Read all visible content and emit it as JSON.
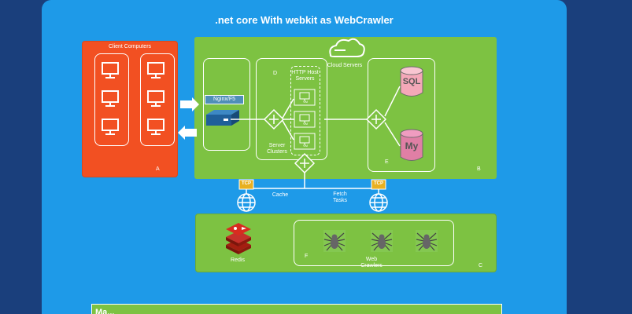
{
  "title": ".net core With webkit as WebCrawler",
  "client_computers_label": "Client Computers",
  "label_a": "A",
  "label_b": "B",
  "label_c": "C",
  "label_d": "D",
  "label_e": "E",
  "label_f": "F",
  "cloud_servers_label": "Cloud Servers",
  "nginx_label": "Nginx/F5",
  "http_host_label": "HTTP Host Servers",
  "vm_label": "VM",
  "server_clusters_label": "Server Clusters",
  "sql_label": "SQL",
  "my_label": "My",
  "tcp_label": "TCP",
  "cache_label": "Cache",
  "fetch_tasks_label": "Fetch Tasks",
  "redis_label": "Redis",
  "web_crawlers_label": "Web Crawlers",
  "bottom_heading": "Ma...",
  "colors": {
    "background": "#1a3f7c",
    "canvas": "#1e9ae8",
    "green": "#7dc242",
    "orange": "#f25022",
    "db_pink": "#f4a8b8"
  }
}
